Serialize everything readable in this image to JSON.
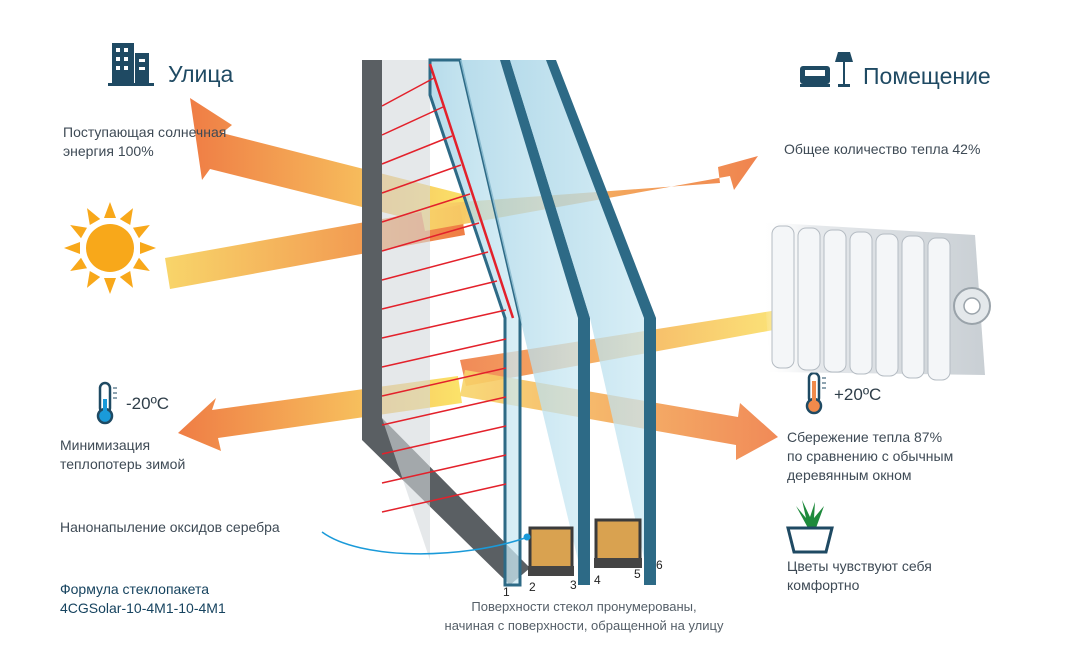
{
  "street": {
    "title": "Улица",
    "icon": "buildings-icon"
  },
  "room": {
    "title": "Помещение",
    "icon": "sofa-lamp-icon"
  },
  "incoming": {
    "line1": "Поступающая солнечная",
    "line2": "энергия 100%"
  },
  "total_heat": {
    "text": "Общее количество тепла 42%"
  },
  "outside_temp": {
    "value": "-20ºC",
    "icon": "thermometer-cold-icon"
  },
  "inside_temp": {
    "value": "+20ºC",
    "icon": "thermometer-warm-icon"
  },
  "winter": {
    "line1": "Минимизация",
    "line2": "теплопотерь зимой"
  },
  "saving": {
    "line1": "Сбережение тепла 87%",
    "line2": "по сравнению с обычным",
    "line3": "деревянным окном"
  },
  "coating": {
    "text": "Нанонапыление оксидов серебра"
  },
  "formula": {
    "line1": "Формула стеклопакета",
    "line2": "4CGSolar-10-4M1-10-4M1"
  },
  "flowers": {
    "line1": "Цветы чувствуют себя",
    "line2": "комфортно",
    "icon": "potted-plant-icon"
  },
  "surfaces": {
    "line1": "Поверхности стекол пронумерованы,",
    "line2": "начиная с поверхности, обращенной на улицу"
  },
  "surface_numbers": [
    "1",
    "2",
    "3",
    "4",
    "5",
    "6"
  ],
  "colors": {
    "arrow_hot": "#f08a4b",
    "arrow_warm": "#f7c84b",
    "sun": "#f8a81a",
    "frame": "#5a5f63",
    "glass": "#a9d7e8",
    "glass_edge": "#2d6a86",
    "coating_line": "#e3212b",
    "heading": "#1f4a63"
  }
}
